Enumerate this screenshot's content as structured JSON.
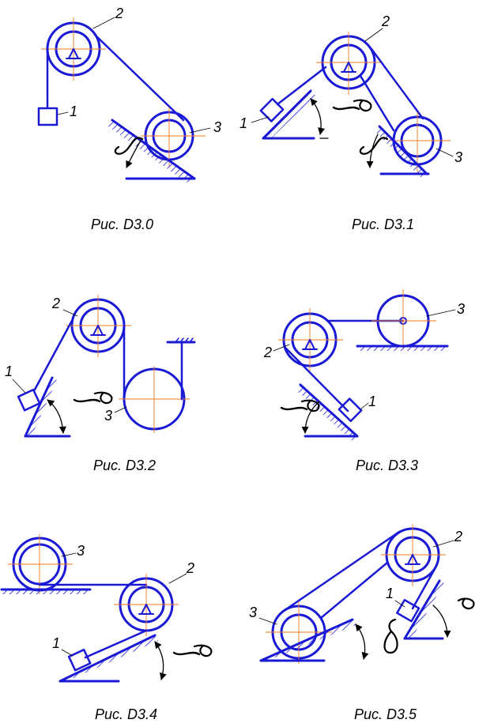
{
  "colors": {
    "line": "#1a1ad6",
    "centerline": "#ee7a1e",
    "text": "#000000"
  },
  "figures": [
    {
      "caption": "Рис. D3.0",
      "labels": {
        "n1": "1",
        "n2": "2",
        "n3": "3"
      }
    },
    {
      "caption": "Рис. D3.1",
      "labels": {
        "n1": "1",
        "n2": "2",
        "n3": "3"
      }
    },
    {
      "caption": "Рис. D3.2",
      "labels": {
        "n1": "1",
        "n2": "2",
        "n3": "3"
      }
    },
    {
      "caption": "Рис. D3.3",
      "labels": {
        "n1": "1",
        "n2": "2",
        "n3": "3"
      }
    },
    {
      "caption": "Рис. D3.4",
      "labels": {
        "n1": "1",
        "n2": "2",
        "n3": "3"
      }
    },
    {
      "caption": "Рис. D3.5",
      "labels": {
        "n1": "1",
        "n2": "2",
        "n3": "3"
      }
    }
  ]
}
